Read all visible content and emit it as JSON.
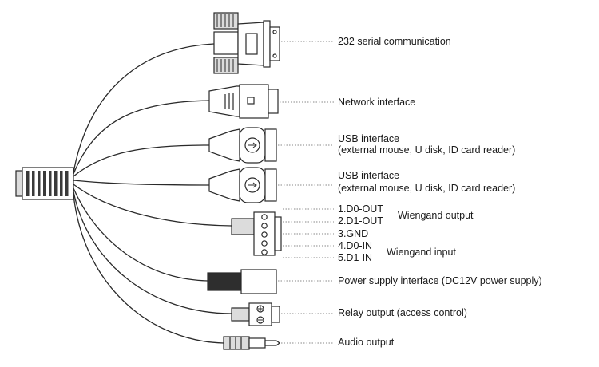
{
  "labels": {
    "serial": "232 serial communication",
    "network": "Network interface",
    "usb1_line1": "USB interface",
    "usb1_line2": "(external mouse, U disk, ID card reader)",
    "usb2_line1": "USB interface",
    "usb2_line2": "(external mouse, U disk, ID card reader)",
    "pin1": "1.D0-OUT",
    "pin2": "2.D1-OUT",
    "pin3": "3.GND",
    "pin4": "4.D0-IN",
    "pin5": "5.D1-IN",
    "wiegand_output": "Wiengand  output",
    "wiegand_input": "Wiengand  input",
    "power": "Power supply interface (DC12V power supply)",
    "relay": "Relay output (access control)",
    "audio": "Audio output"
  },
  "colors": {
    "stroke": "#2a2a2a",
    "connector_fill": "#dcdcdc",
    "dark_fill": "#3a3a3a",
    "leader": "#888888"
  }
}
